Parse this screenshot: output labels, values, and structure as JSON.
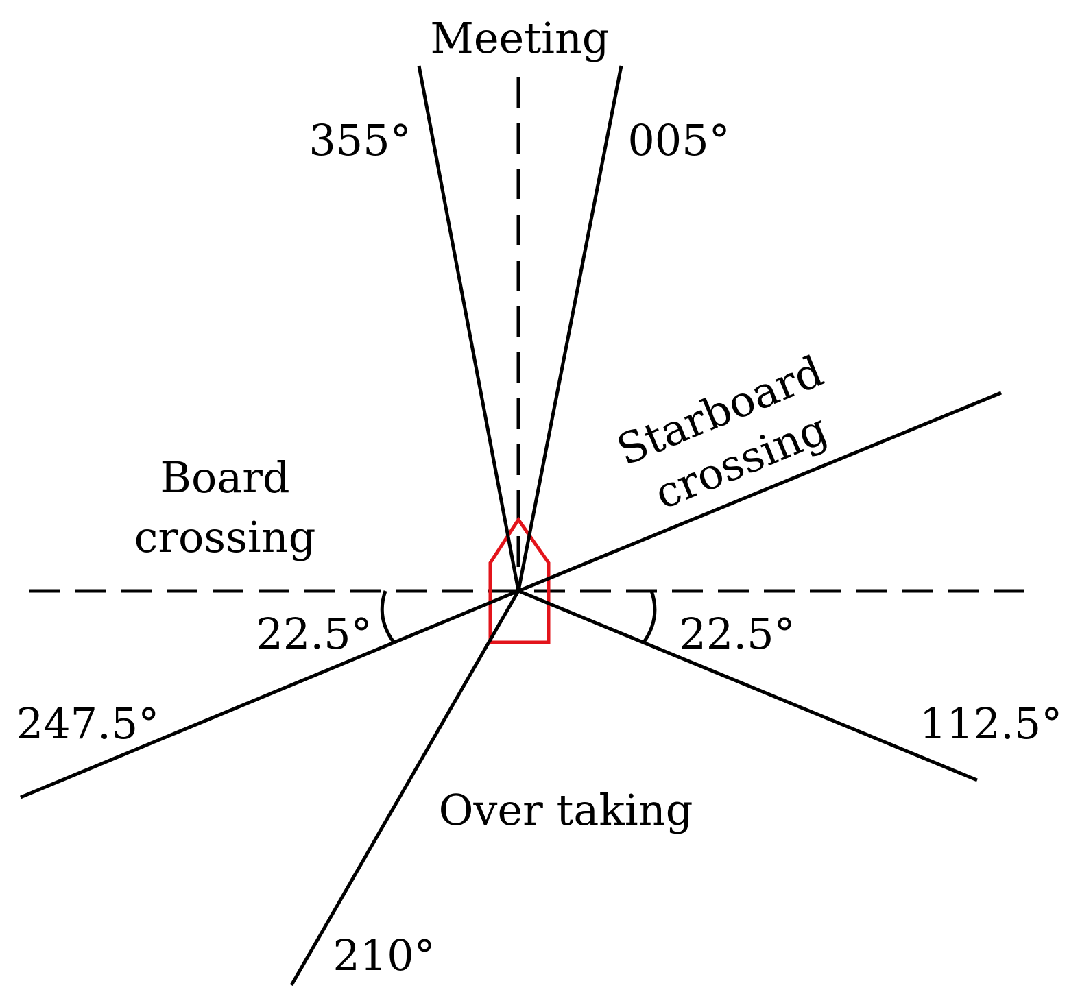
{
  "diagram": {
    "colors": {
      "line": "#000000",
      "ship": "#e3141b",
      "background": "#ffffff"
    },
    "sectors": {
      "meeting": "Meeting",
      "starboard_line1": "Starboard",
      "starboard_line2": "crossing",
      "board_line1": "Board",
      "board_line2": "crossing",
      "overtaking": "Over taking"
    },
    "bearings": {
      "b355": "355°",
      "b005": "005°",
      "b112_5": "112.5°",
      "b247_5": "247.5°",
      "b210": "210°"
    },
    "angles": {
      "left": "22.5°",
      "right": "22.5°"
    }
  }
}
